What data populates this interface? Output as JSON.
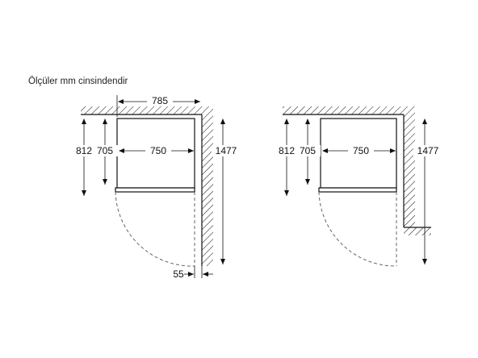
{
  "title": "Ölçüler mm cinsindendir",
  "left": {
    "width_total": "785",
    "depth_outer": "812",
    "depth_inner": "705",
    "width_inner": "750",
    "height_side": "1477",
    "gap": "55"
  },
  "right": {
    "depth_outer": "812",
    "depth_inner": "705",
    "width_inner": "750",
    "height_side": "1477"
  },
  "colors": {
    "line": "#111111",
    "dashed": "#666666",
    "fill": "#ffffff"
  }
}
